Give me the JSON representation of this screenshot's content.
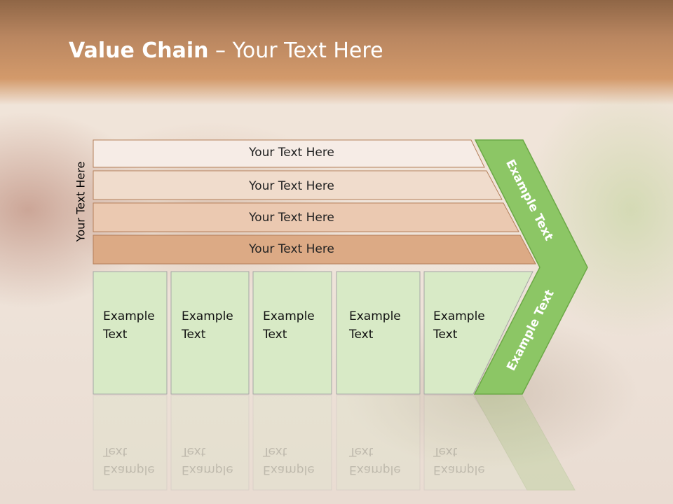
{
  "slide": {
    "title_bold": "Value Chain",
    "title_rest": " – Your Text Here",
    "side_label": "Your Text Here"
  },
  "rows": [
    {
      "label": "Your Text Here"
    },
    {
      "label": "Your Text Here"
    },
    {
      "label": "Your Text Here"
    },
    {
      "label": "Your Text Here"
    }
  ],
  "cells": [
    {
      "line1": "Example",
      "line2": "Text"
    },
    {
      "line1": "Example",
      "line2": "Text"
    },
    {
      "line1": "Example",
      "line2": "Text"
    },
    {
      "line1": "Example",
      "line2": "Text"
    },
    {
      "line1": "Example",
      "line2": "Text"
    }
  ],
  "arrow": {
    "upper_label": "Example Text",
    "lower_label": "Example Text"
  },
  "colors": {
    "header": "#b98660",
    "row_fills": [
      "#f6ece6",
      "#f0dccc",
      "#ebc9b1",
      "#dcaa85"
    ],
    "row_stroke": "#b47f5a",
    "cell_fill": "#d8eac6",
    "cell_stroke": "#a5a5a5",
    "arrow_fill": "#8cc665",
    "arrow_stroke": "#6ba846"
  }
}
